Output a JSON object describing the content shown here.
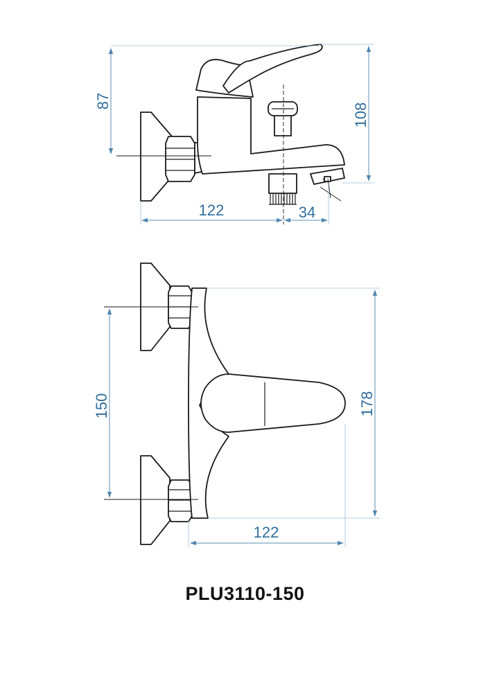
{
  "colors": {
    "dimension": "#2f6e9c",
    "line": "#1a1a1a"
  },
  "side_view": {
    "dim_height_body": "87",
    "dim_height_total": "108",
    "dim_length": "122",
    "dim_spout": "34"
  },
  "top_view": {
    "dim_center_distance": "150",
    "dim_width": "178",
    "dim_length": "122"
  },
  "model_code": "PLU3110-150"
}
